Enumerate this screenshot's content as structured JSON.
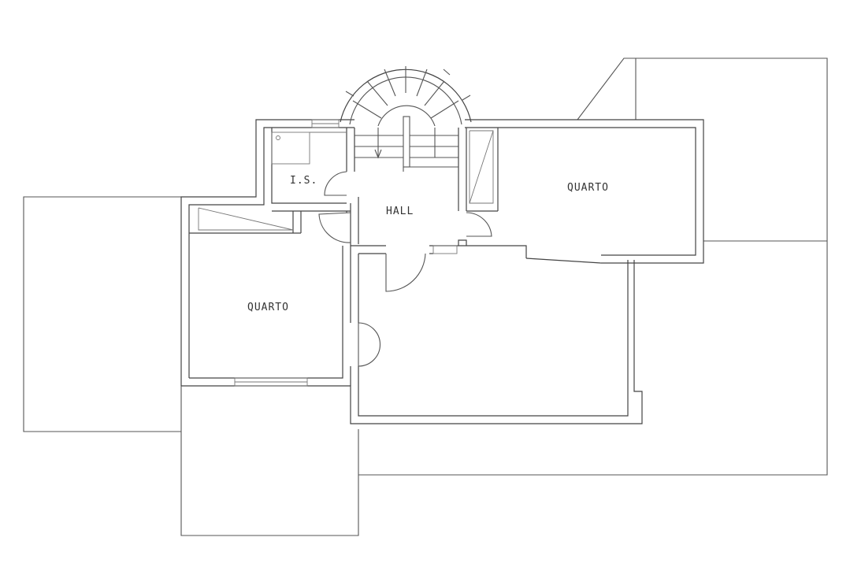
{
  "plan": {
    "labels": {
      "wc": "I.S.",
      "hall": "HALL",
      "bedroom_right": "QUARTO",
      "bedroom_left": "QUARTO"
    },
    "line_color": "#555555",
    "background": "#ffffff"
  }
}
